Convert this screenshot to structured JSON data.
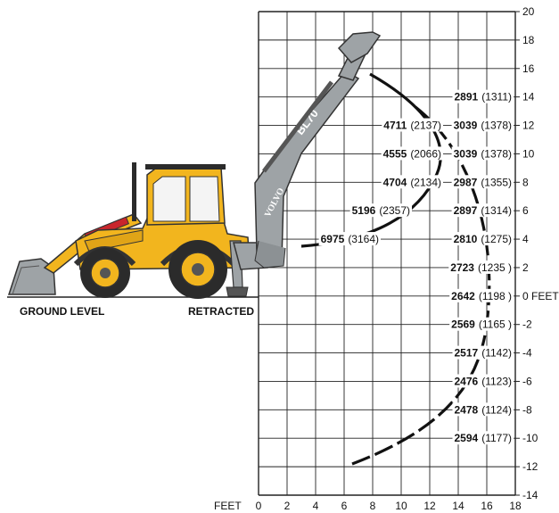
{
  "labels": {
    "ground_level": "GROUND LEVEL",
    "retracted": "RETRACTED",
    "feet_x": "FEET",
    "feet_y_suffix": "FEET",
    "boom_text": "BL70",
    "brand": "VOLVO"
  },
  "chart_data": {
    "type": "diagram",
    "x_ticks": [
      "0",
      "2",
      "4",
      "6",
      "8",
      "10",
      "12",
      "14",
      "16",
      "18"
    ],
    "y_ticks": [
      "20",
      "18",
      "16",
      "14",
      "12",
      "10",
      "8",
      "6",
      "4",
      "2",
      "0",
      "-2",
      "-4",
      "-6",
      "-8",
      "-10",
      "-12",
      "-14"
    ],
    "xlim": [
      0,
      18
    ],
    "ylim": [
      -14,
      20
    ],
    "grid": true,
    "right_capacities": [
      {
        "height": 14,
        "lb": "2891",
        "kg": "(1311)"
      },
      {
        "height": 12,
        "lb": "3039",
        "kg": "(1378)"
      },
      {
        "height": 10,
        "lb": "3039",
        "kg": "(1378)"
      },
      {
        "height": 8,
        "lb": "2987",
        "kg": "(1355)"
      },
      {
        "height": 6,
        "lb": "2897",
        "kg": "(1314)"
      },
      {
        "height": 4,
        "lb": "2810",
        "kg": "(1275)"
      },
      {
        "height": 2,
        "lb": "2723",
        "kg": "(1235 )"
      },
      {
        "height": 0,
        "lb": "2642",
        "kg": "(1198 )"
      },
      {
        "height": -2,
        "lb": "2569",
        "kg": "(1165 )"
      },
      {
        "height": -4,
        "lb": "2517",
        "kg": "(1142)"
      },
      {
        "height": -6,
        "lb": "2476",
        "kg": "(1123)"
      },
      {
        "height": -8,
        "lb": "2478",
        "kg": "(1124)"
      },
      {
        "height": -10,
        "lb": "2594",
        "kg": "(1177)"
      }
    ],
    "left_capacities": [
      {
        "height": 12,
        "lb": "4711",
        "kg": "(2137)"
      },
      {
        "height": 10,
        "lb": "4555",
        "kg": "(2066)"
      },
      {
        "height": 8,
        "lb": "4704",
        "kg": "(2134)"
      },
      {
        "height": 6,
        "lb": "5196",
        "kg": "(2357)"
      },
      {
        "height": 4,
        "lb": "6975",
        "kg": "(3164)"
      }
    ]
  },
  "colors": {
    "machine_yellow": "#f2b51e",
    "machine_dark": "#2b2b2b",
    "arm_gray": "#9ea3a6",
    "cylinder_red": "#c9262c",
    "grid": "#222222"
  }
}
